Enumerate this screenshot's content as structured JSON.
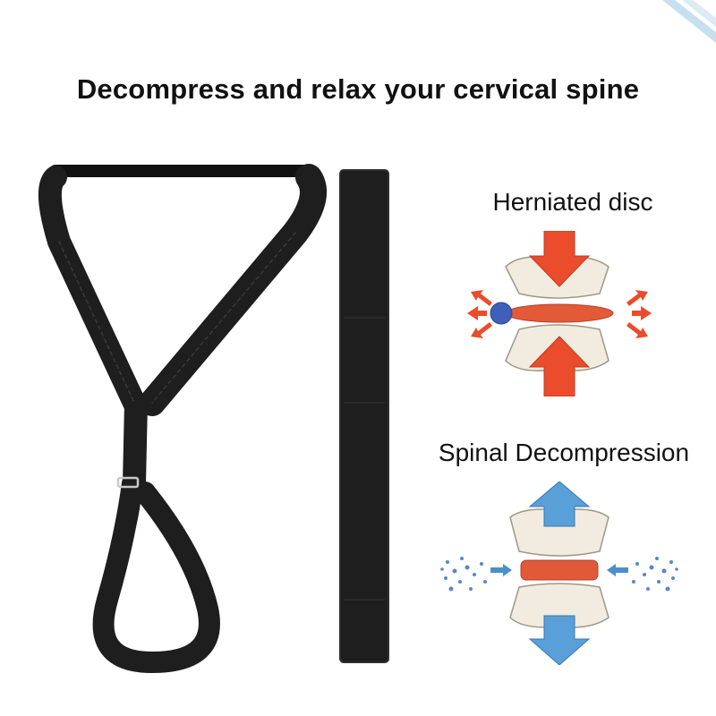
{
  "headline": "Decompress and relax your cervical spine",
  "diagrams": {
    "herniated": {
      "label": "Herniated disc",
      "arrow_color": "#e84a2a"
    },
    "decompression": {
      "label": "Spinal Decompression",
      "arrow_color": "#4a90c8"
    }
  },
  "colors": {
    "strap": "#1c1c1c",
    "bone": "#f2ede0",
    "disc": "#e85a3a",
    "corner_accent": "#bcd9ea"
  }
}
